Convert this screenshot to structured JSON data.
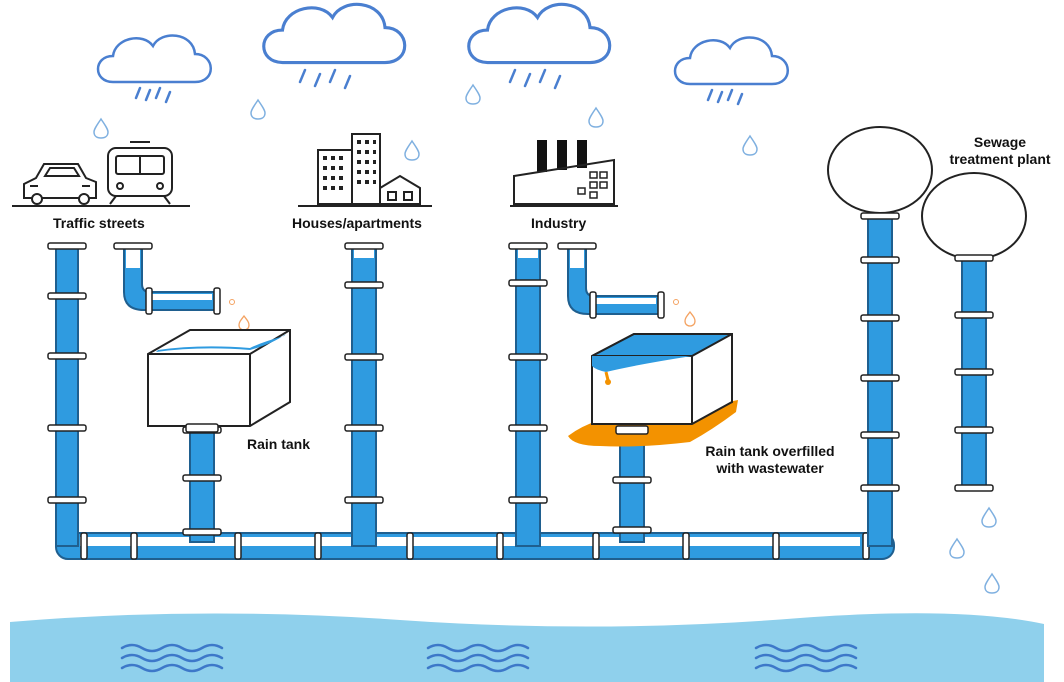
{
  "labels": {
    "traffic_streets": "Traffic streets",
    "houses": "Houses/apartments",
    "industry": "Industry",
    "sewage_line1": "Sewage",
    "sewage_line2": "treatment plant",
    "rain_tank": "Rain tank",
    "overflow_line1": "Rain tank overfilled",
    "overflow_line2": "with wastewater"
  },
  "icons": [
    "rain-cloud-icon",
    "raindrop-icon",
    "car-icon",
    "train-icon",
    "buildings-icon",
    "factory-icon",
    "pipe-icon",
    "tank-icon",
    "water-waves-icon"
  ],
  "colors": {
    "pipe_water": "#2f9be0",
    "pipe_outline": "#1f5f8f",
    "cloud_stroke": "#4a7fd0",
    "river": "#8fd0ec",
    "wave": "#3d78c9",
    "overflow": "#f39200",
    "ink": "#222222"
  }
}
